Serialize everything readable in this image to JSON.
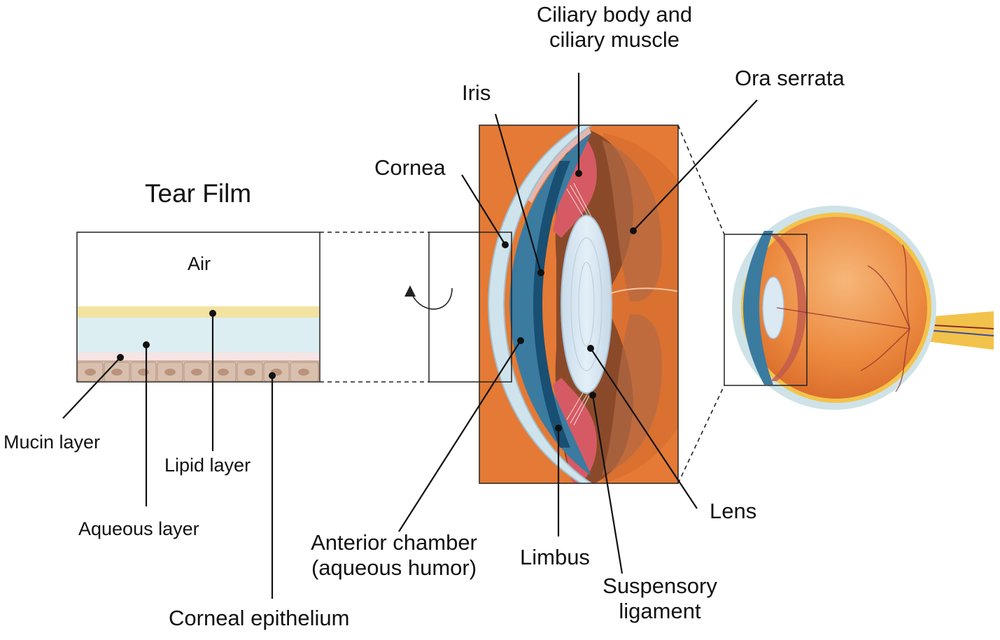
{
  "tear_film": {
    "title": "Tear Film",
    "air": "Air",
    "labels": {
      "mucin": "Mucin layer",
      "lipid": "Lipid layer",
      "aqueous": "Aqueous layer",
      "epithelium": "Corneal epithelium"
    }
  },
  "eye_labels": {
    "ciliary_line1": "Ciliary body and",
    "ciliary_line2": "ciliary muscle",
    "ora_serrata": "Ora serrata",
    "iris": "Iris",
    "cornea": "Cornea",
    "anterior_line1": "Anterior chamber",
    "anterior_line2": "(aqueous humor)",
    "limbus": "Limbus",
    "suspensory_line1": "Suspensory",
    "suspensory_line2": "ligament",
    "lens": "Lens"
  },
  "colors": {
    "lipid": "#f3e3a0",
    "aqueous": "#ddeef2",
    "mucin": "#f6e6e6",
    "epithelium": "#d8bfae",
    "cornea": "#cfe3ec",
    "iris_dark": "#1f5f85",
    "ciliary": "#d65a63",
    "vitreous": "#e8803c",
    "lens": "#dbe9f3"
  }
}
